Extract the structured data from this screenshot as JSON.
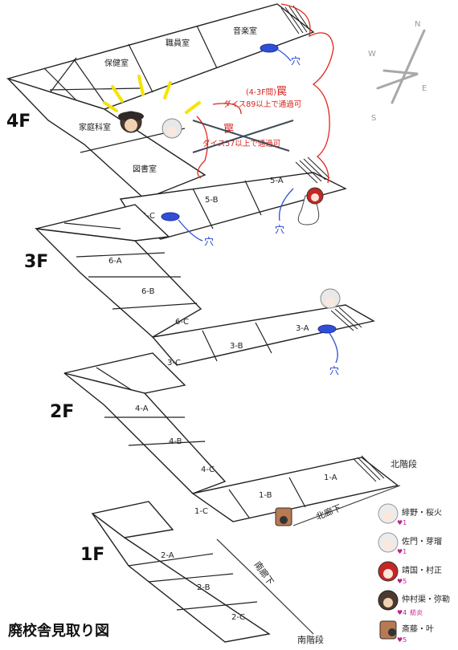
{
  "title": "廃校舎見取り図",
  "floors": {
    "f4": {
      "label": "4F",
      "rooms": {
        "hoken": "保健室",
        "shokuin": "職員室",
        "ongaku": "音楽室",
        "katei": "家庭科室",
        "tosho": "図書室",
        "r5a": "5-A",
        "r5b": "5-B",
        "r5c": "5-C"
      }
    },
    "f3": {
      "label": "3F",
      "rooms": {
        "r6a": "6-A",
        "r6b": "6-B",
        "r6c": "6-C",
        "r3a": "3-A",
        "r3b": "3-B",
        "r3c": "3-C"
      }
    },
    "f2": {
      "label": "2F",
      "rooms": {
        "r4a": "4-A",
        "r4b": "4-B",
        "r4c": "4-C",
        "r1a": "1-A",
        "r1b": "1-B",
        "r1c": "1-C"
      }
    },
    "f1": {
      "label": "1F",
      "rooms": {
        "r2a": "2-A",
        "r2b": "2-B",
        "r2c": "2-C"
      }
    }
  },
  "holes": {
    "label": "穴"
  },
  "traps": {
    "trap1_head": "(4-3F間)",
    "trap1_kanji": "罠",
    "trap1_rule": "ダイス89以上で通過可",
    "trap2_kanji": "罠",
    "trap2_rule": "ダイス57以上で通過可"
  },
  "areas": {
    "north_stairs": "北階段",
    "north_corridor": "北廊下",
    "south_corridor": "南廊下",
    "south_stairs": "南階段"
  },
  "compass": {
    "n": "N",
    "s": "S",
    "e": "E",
    "w": "W"
  },
  "characters": [
    {
      "name": "緋野・桜火",
      "hearts": "♥1",
      "status": ""
    },
    {
      "name": "佐門・芽瑠",
      "hearts": "♥1",
      "status": ""
    },
    {
      "name": "靖国・村正",
      "hearts": "♥5",
      "status": ""
    },
    {
      "name": "仲村渠・弥勒",
      "hearts": "♥4",
      "status": "紡炎"
    },
    {
      "name": "斎藤・叶",
      "hearts": "♥5",
      "status": ""
    }
  ],
  "colors": {
    "hole": "#2f4fd6",
    "trap": "#e1261c",
    "spark": "#f5e400",
    "heart": "#c0208a"
  }
}
